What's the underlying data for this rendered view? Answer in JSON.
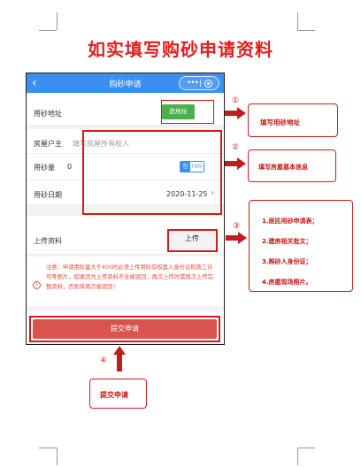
{
  "title": "如实填写购砂申请资料",
  "app": {
    "nav": {
      "back_icon": "chevron-left-icon",
      "back_glyph": "‹",
      "title": "购砂申请",
      "menu_glyph": "•••"
    },
    "form": {
      "address": {
        "label": "用砂地址",
        "button": "选地址"
      },
      "owner": {
        "label": "房屋户主",
        "placeholder": "填写房屋所有权人"
      },
      "quantity": {
        "label": "用砂量",
        "value": "0",
        "unit_a": "包",
        "unit_b": "70斤"
      },
      "date": {
        "label": "用砂日期",
        "value": "2020-11-25",
        "chevron": "›"
      },
      "upload": {
        "label": "上传资料",
        "button": "上传"
      },
      "notice_icon": "!",
      "notice": "注意：申请用砂量大于400时必须上传用砂房权属人身份证和施工许可等图片，如果因为上传资料不全被驳回，再次上传时需再次上传完整资料，否则将再次被驳回！",
      "submit": "提交申请"
    }
  },
  "callouts": {
    "n1": "①",
    "t1": "填写用砂地址",
    "n2": "②",
    "t2": "填写房屋基本信息",
    "n3": "③",
    "list": [
      "1.居民用砂申请表；",
      "2.建房相关批文；",
      "3.购砂人身份证；",
      "4.房屋现场照片。"
    ],
    "n4": "④",
    "t4": "提交申请"
  },
  "colors": {
    "accent": "#3b8ff0",
    "annotation_red": "#d21a1a",
    "green_button": "#4cae4c",
    "submit_red": "#d9534f"
  }
}
